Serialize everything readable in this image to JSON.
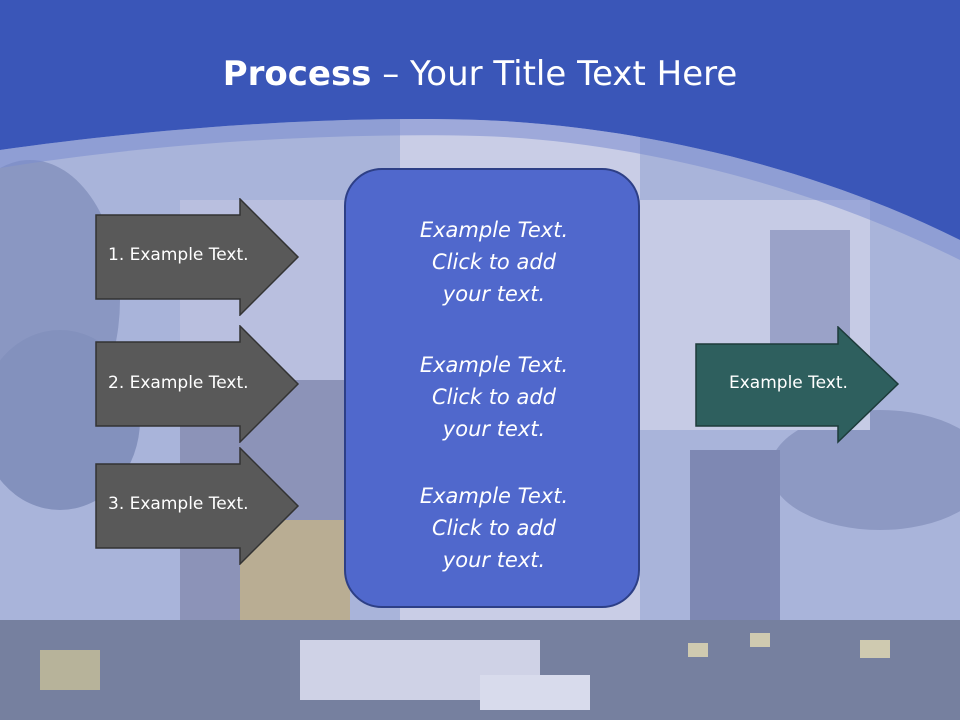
{
  "title": {
    "bold": "Process",
    "rest": " – Your Title Text Here"
  },
  "arrows_left": [
    {
      "label": "1. Example Text."
    },
    {
      "label": "2. Example Text."
    },
    {
      "label": "3. Example Text."
    }
  ],
  "center_box": {
    "blocks": [
      {
        "line1": "Example Text.",
        "line2": "Click  to add",
        "line3": "your text."
      },
      {
        "line1": "Example Text.",
        "line2": "Click  to add",
        "line3": "your text."
      },
      {
        "line1": "Example Text.",
        "line2": "Click  to add",
        "line3": "your text."
      }
    ]
  },
  "arrow_right": {
    "label": "Example Text."
  },
  "colors": {
    "header_blue": "#3a56b8",
    "arrow_gray": "#595959",
    "arrow_teal": "#2e5f5e",
    "center_box": "#5068cc"
  }
}
